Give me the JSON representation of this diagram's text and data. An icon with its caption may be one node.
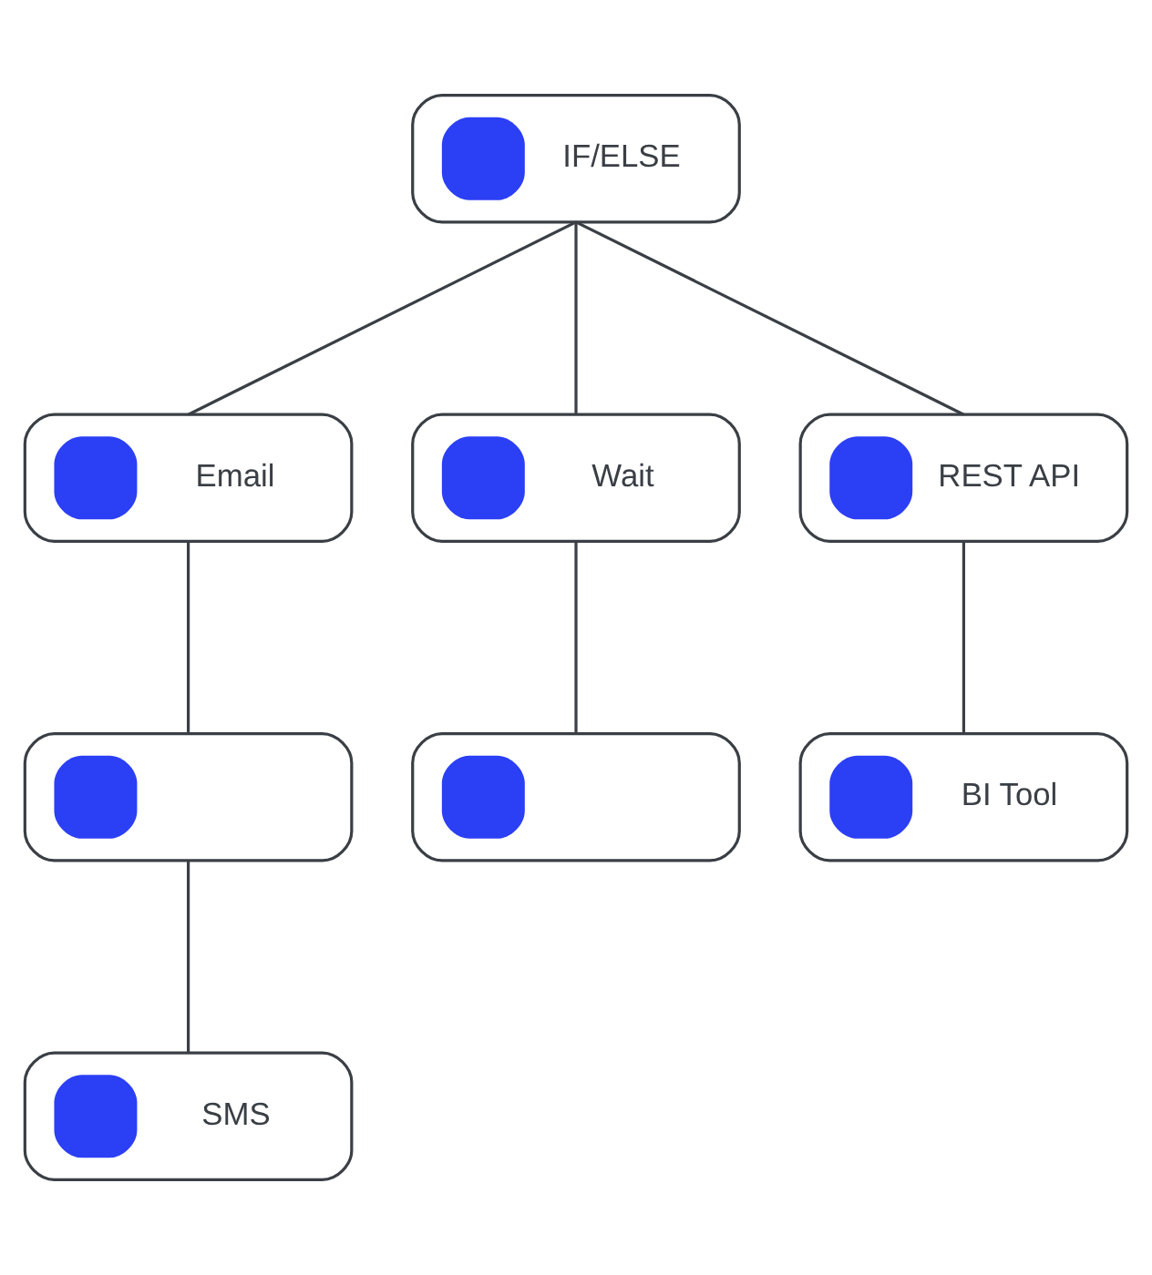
{
  "diagram": {
    "nodes": [
      {
        "text": [
          "IF/ELSE"
        ]
      },
      {
        "text": [
          "Email"
        ]
      },
      {
        "text": [
          "Wait"
        ]
      },
      {
        "text": [
          "REST API"
        ]
      },
      {
        "text": [],
        "shape": "box"
      },
      {
        "text": [],
        "shape": "box"
      },
      {
        "text": [
          "BI Tool"
        ]
      },
      {
        "text": [
          "SMS"
        ]
      }
    ],
    "edges": [
      {
        "from": 0,
        "to": 1,
        "arrow": "none"
      },
      {
        "from": 0,
        "to": 2,
        "arrow": "none"
      },
      {
        "from": 0,
        "to": 3,
        "arrow": "none"
      },
      {
        "from": 1,
        "to": 4,
        "arrow": "none"
      },
      {
        "from": 2,
        "to": 5,
        "arrow": "none"
      },
      {
        "from": 3,
        "to": 6,
        "arrow": "none"
      },
      {
        "from": 4,
        "to": 7,
        "arrow": "none"
      }
    ]
  }
}
